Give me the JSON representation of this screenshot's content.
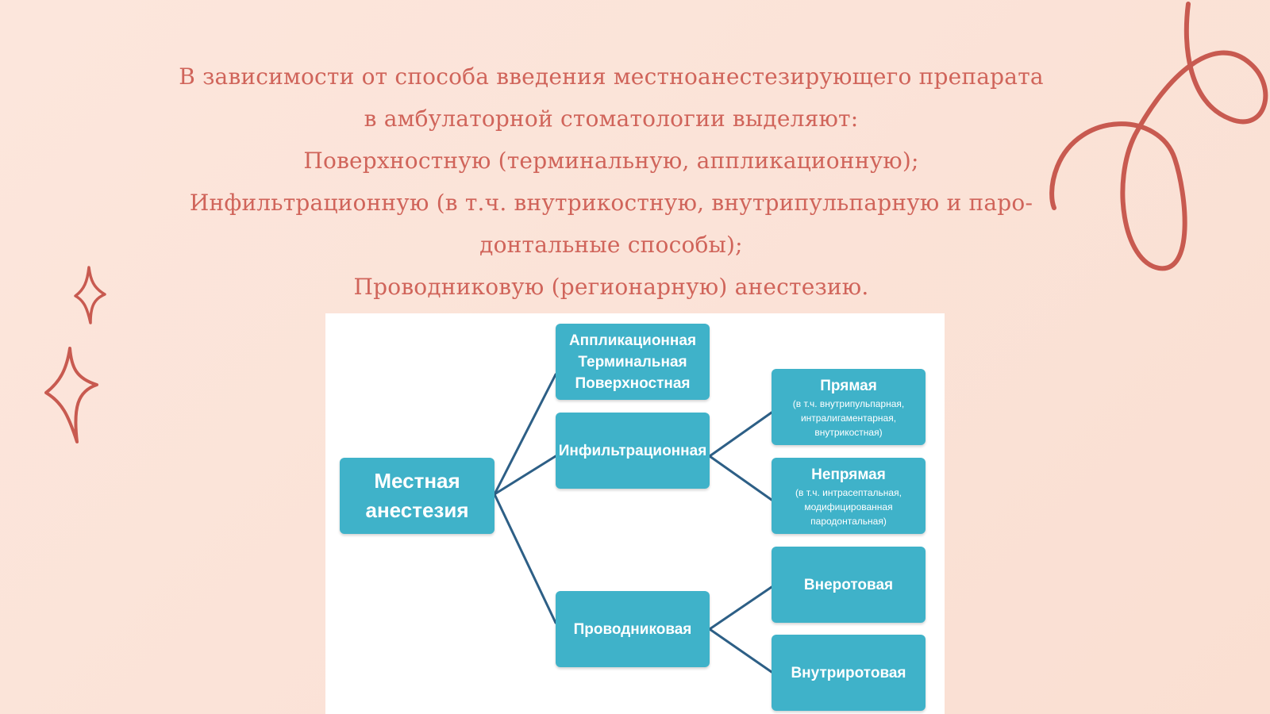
{
  "slide": {
    "lines": [
      "В зависимости от способа введения местноанестезирующего препарата",
      "в амбулаторной стоматологии выделяют:",
      "Поверхностную (терминальную, аппликационную);",
      "Инфильтрационную (в т.ч. внутрикостную, внутрипульпарную и паро-",
      "донтальные способы);",
      "Проводниковую (регионарную) анестезию."
    ]
  },
  "diagram": {
    "root": {
      "line1": "Местная",
      "line2": "анестезия"
    },
    "surface": {
      "line1": "Аппликационная",
      "line2": "Терминальная",
      "line3": "Поверхностная"
    },
    "infiltration": {
      "label": "Инфильтрационная"
    },
    "direct": {
      "label": "Прямая",
      "sub1": "(в т.ч. внутрипульпарная,",
      "sub2": "интралигаментарная,",
      "sub3": "внутрикостная)"
    },
    "indirect": {
      "label": "Непрямая",
      "sub1": "(в т.ч. интрасептальная,",
      "sub2": "модифицированная",
      "sub3": "пародонтальная)"
    },
    "conduction": {
      "label": "Проводниковая"
    },
    "extraoral": {
      "label": "Внеротовая"
    },
    "intraoral": {
      "label": "Внутриротовая"
    }
  },
  "colors": {
    "background": "#fce6dc",
    "accent_text": "#d0645a",
    "node_fill": "#3fb2c9",
    "connector": "#2d5f86",
    "decoration": "#c85a50"
  }
}
